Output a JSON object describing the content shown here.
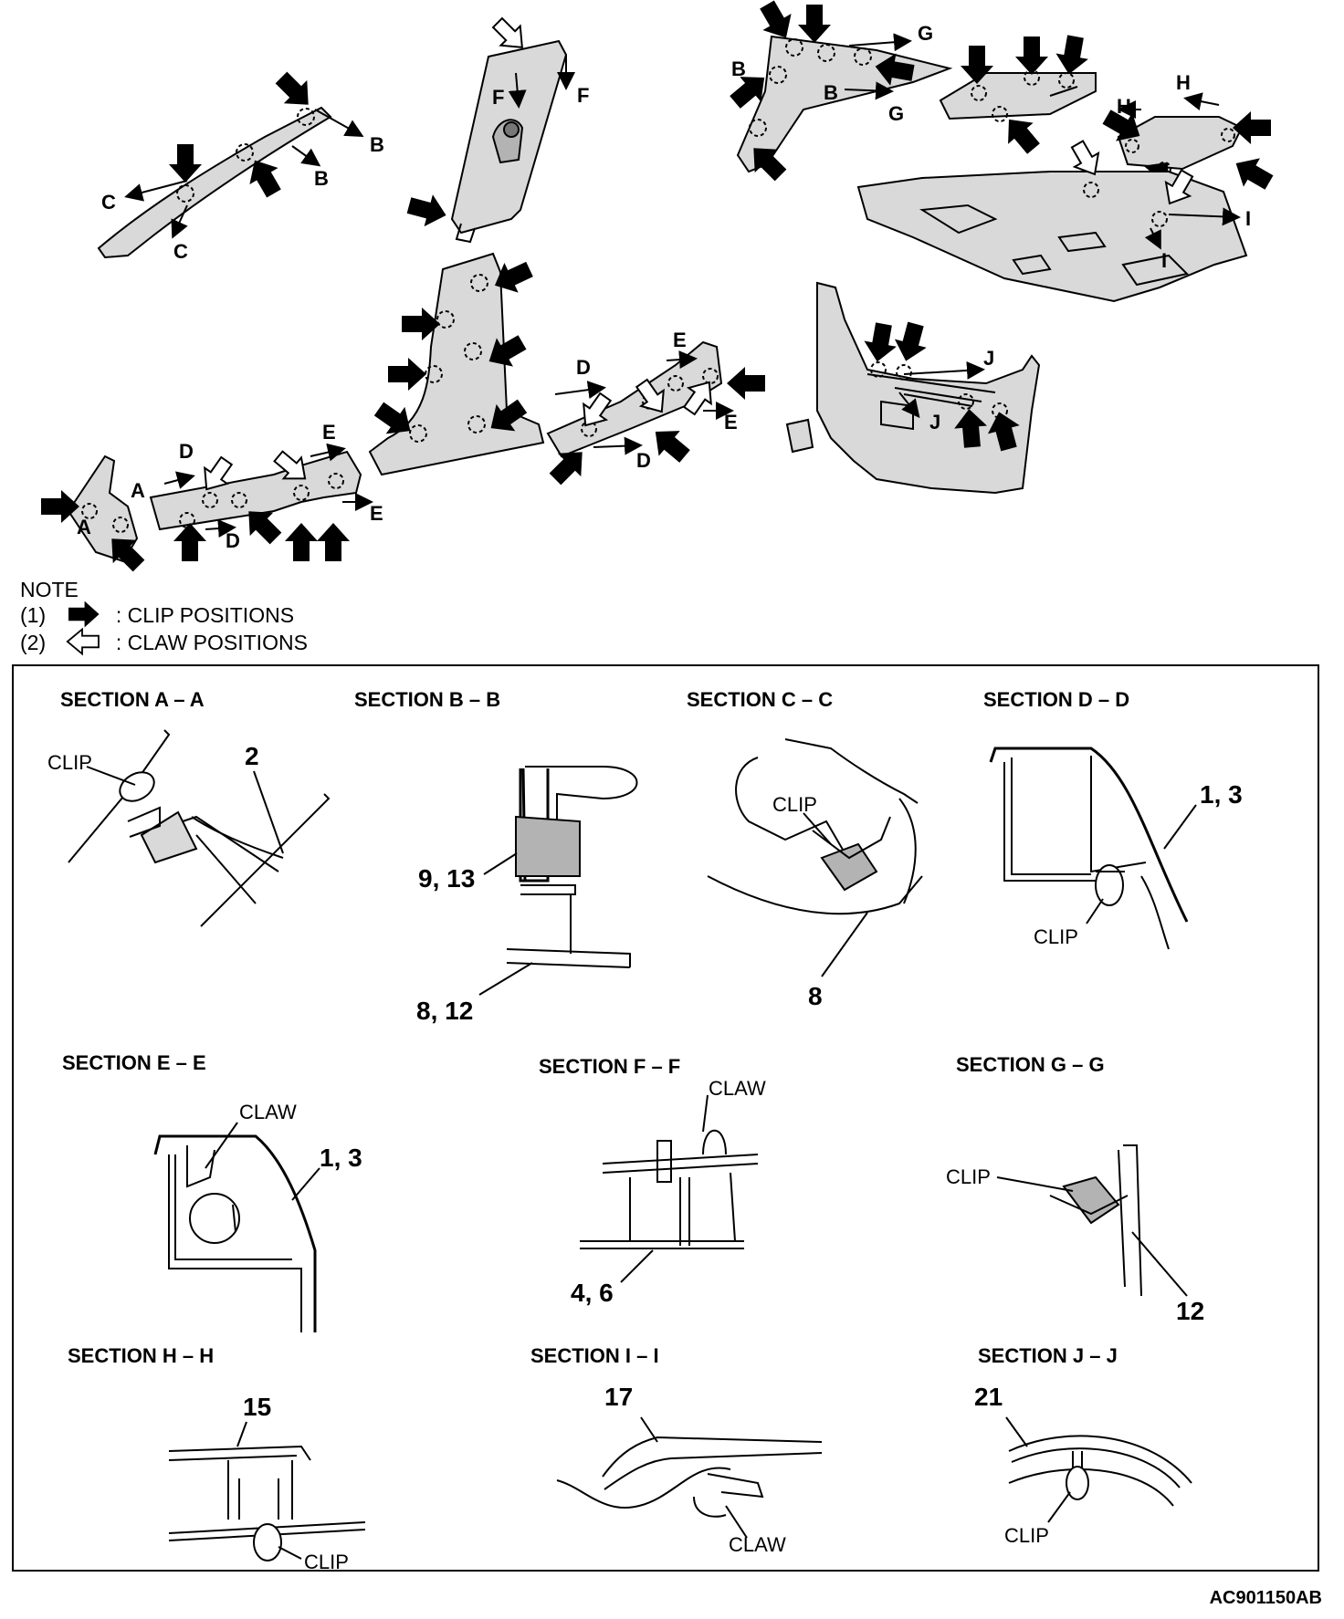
{
  "note": {
    "title": "NOTE",
    "item1_num": "(1)",
    "item1_text": ": CLIP POSITIONS",
    "item2_num": "(2)",
    "item2_text": ": CLAW POSITIONS"
  },
  "callouts": {
    "A": "A",
    "B": "B",
    "C": "C",
    "D": "D",
    "E": "E",
    "F": "F",
    "G": "G",
    "H": "H",
    "I": "I",
    "J": "J"
  },
  "sections": {
    "aa": {
      "title": "SECTION A – A",
      "clip": "CLIP",
      "part": "2"
    },
    "bb": {
      "title": "SECTION B – B",
      "part1": "9, 13",
      "part2": "8, 12"
    },
    "cc": {
      "title": "SECTION C – C",
      "clip": "CLIP",
      "part": "8"
    },
    "dd": {
      "title": "SECTION D – D",
      "clip": "CLIP",
      "part": "1, 3"
    },
    "ee": {
      "title": "SECTION E – E",
      "claw": "CLAW",
      "part": "1, 3"
    },
    "ff": {
      "title": "SECTION F – F",
      "claw": "CLAW",
      "part": "4, 6"
    },
    "gg": {
      "title": "SECTION G – G",
      "clip": "CLIP",
      "part": "12"
    },
    "hh": {
      "title": "SECTION H – H",
      "clip": "CLIP",
      "part": "15"
    },
    "ii": {
      "title": "SECTION I – I",
      "claw": "CLAW",
      "part": "17"
    },
    "jj": {
      "title": "SECTION J – J",
      "clip": "CLIP",
      "part": "21"
    }
  },
  "figure_code": "AC901150AB"
}
